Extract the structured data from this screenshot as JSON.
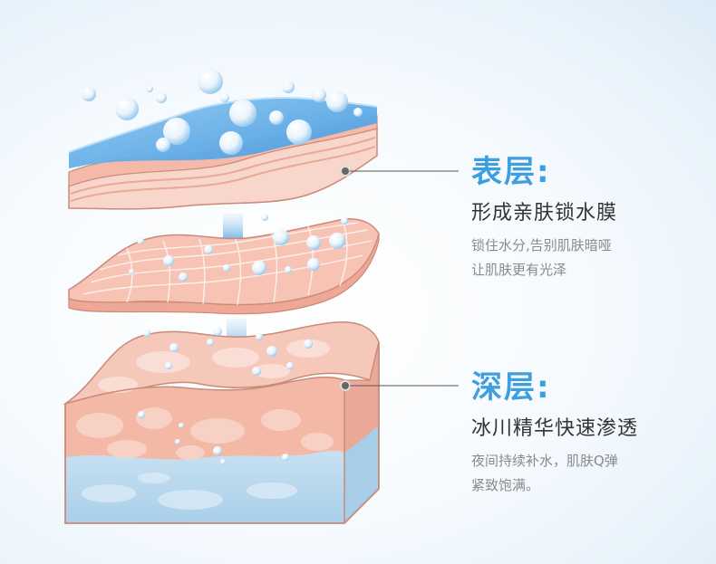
{
  "layers": {
    "surface": {
      "title": "表层:",
      "headline": "形成亲肤锁水膜",
      "description_lines": [
        "锁住水分,告别肌肤暗哑",
        "让肌肤更有光泽"
      ]
    },
    "deep": {
      "title": "深层:",
      "headline": "冰川精华快速渗透",
      "description_lines": [
        "夜间持续补水，肌肤Q弹",
        "紧致饱满。"
      ]
    }
  },
  "colors": {
    "accent_title": "#3d9fe0",
    "water_film": "#5aaee8",
    "skin_pink": "#f6c6b8",
    "skin_edge": "#c98a78",
    "deep_blue": "#b9d9ee",
    "arrow_blue": "#3b97d8"
  }
}
